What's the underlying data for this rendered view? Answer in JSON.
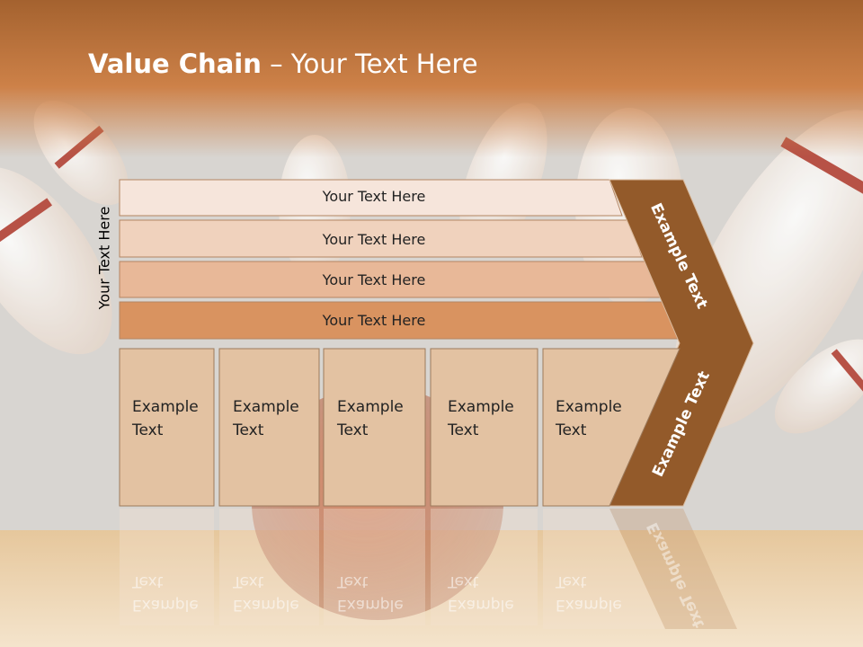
{
  "title": {
    "bold": "Value Chain",
    "rest": " – Your Text Here"
  },
  "side_label": "Your Text Here",
  "rows": [
    "Your Text Here",
    "Your Text Here",
    "Your Text Here",
    "Your Text Here"
  ],
  "cells": [
    [
      "Example",
      "Text"
    ],
    [
      "Example",
      "Text"
    ],
    [
      "Example",
      "Text"
    ],
    [
      "Example",
      "Text"
    ],
    [
      "Example",
      "Text"
    ]
  ],
  "chevron": {
    "top_label": "Example Text",
    "bottom_label": "Example Text"
  },
  "colors": {
    "header": "#c97a44",
    "chevron": "#935a2a",
    "row1": "#f6e5db",
    "row2": "#f0d2bd",
    "row3": "#e8b898",
    "row4": "#d99360",
    "cell": "#e3c2a2"
  }
}
